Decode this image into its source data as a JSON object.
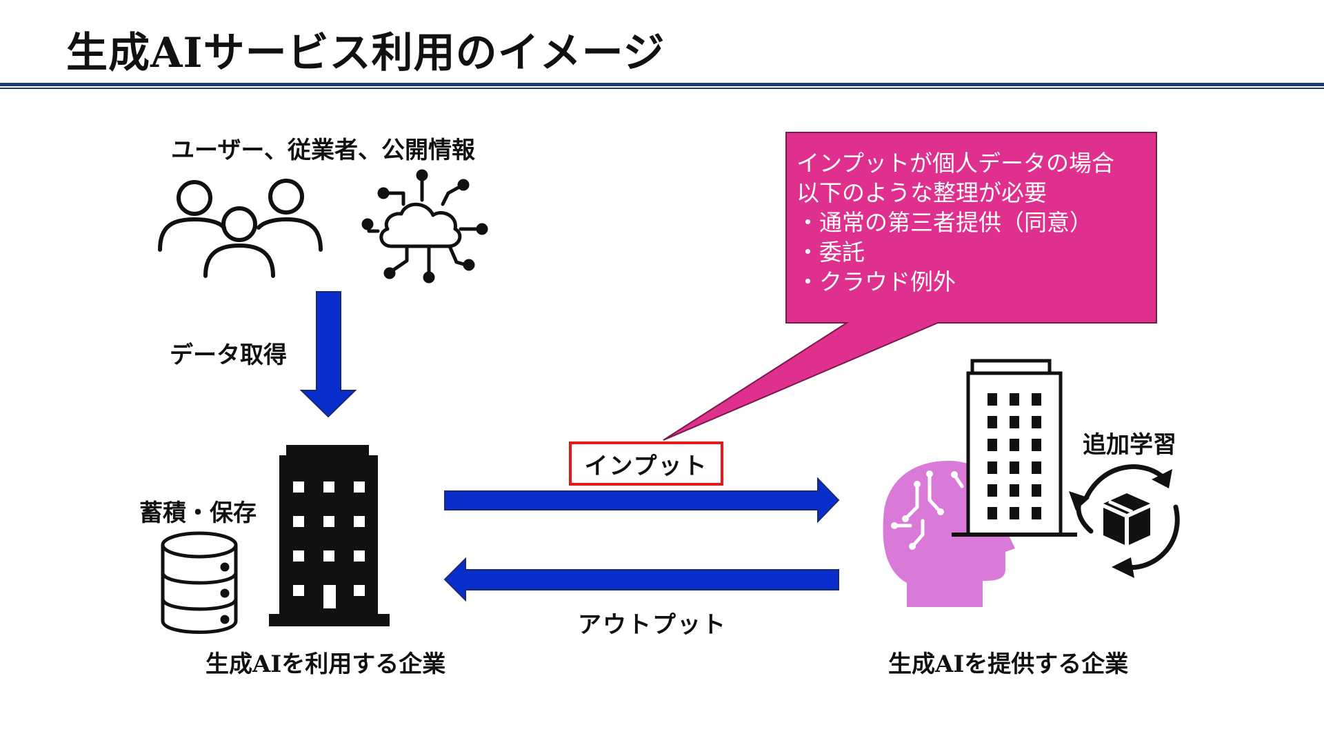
{
  "title": "生成AIサービス利用のイメージ",
  "labels": {
    "sources": "ユーザー、従業者、公開情報",
    "data_acquisition": "データ取得",
    "storage": "蓄積・保存",
    "input": "インプット",
    "output": "アウトプット",
    "user_company": "生成AIを利用する企業",
    "provider_company": "生成AIを提供する企業",
    "additional_learning": "追加学習"
  },
  "callout": {
    "lines": [
      "インプットが個人データの場合",
      "以下のような整理が必要",
      "・通常の第三者提供（同意）",
      "・委託",
      "・クラウド例外"
    ],
    "color": "#e0308e"
  },
  "colors": {
    "arrow": "#0a2ecc",
    "head_icon": "#d97ad9",
    "rule": "#1f3a7a",
    "input_border": "#e01b1b"
  },
  "icons": [
    "people-icon",
    "cloud-network-icon",
    "building-icon",
    "database-icon",
    "ai-head-icon",
    "office-building-icon",
    "recycle-package-icon"
  ]
}
